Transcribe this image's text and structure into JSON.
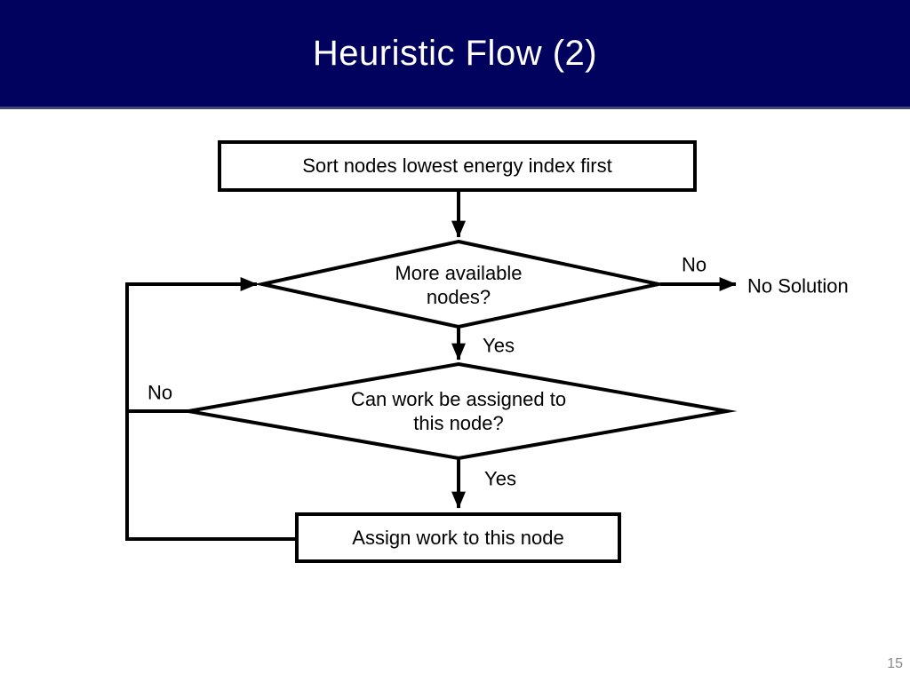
{
  "slide": {
    "title": "Heuristic Flow (2)",
    "page_number": "15"
  },
  "colors": {
    "header_bg": "#01015e",
    "header_text": "#ffffff",
    "shape_stroke": "#000000",
    "shape_fill": "#ffffff",
    "page_number_color": "#8a8a8a"
  },
  "flowchart": {
    "nodes": {
      "start": "Sort nodes lowest energy index first",
      "decision_more_nodes": {
        "line1": "More available",
        "line2": "nodes?"
      },
      "decision_assign": {
        "line1": "Can work be assigned to",
        "line2": "this node?"
      },
      "assign": "Assign work to this node",
      "no_solution": "No Solution"
    },
    "edge_labels": {
      "more_nodes_no": "No",
      "more_nodes_yes": "Yes",
      "assign_no": "No",
      "assign_yes": "Yes"
    }
  }
}
